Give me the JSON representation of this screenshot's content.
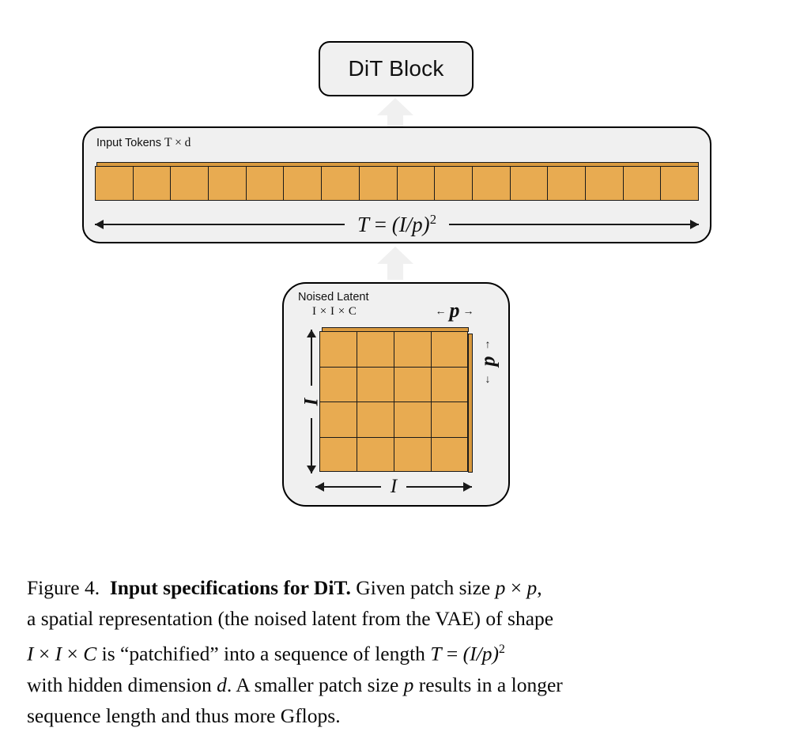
{
  "figure": {
    "dit_block": {
      "label": "DiT Block"
    },
    "arrows": {
      "to_dit_block": "up-arrow",
      "to_input_tokens": "up-arrow"
    },
    "input_tokens": {
      "title_prefix": "Input Tokens ",
      "title_dims": "T × d",
      "token_count": 16,
      "dimension_label": {
        "lhs": "T",
        "eq": " = ",
        "expr": "(I/p)",
        "exponent": "2"
      }
    },
    "noised_latent": {
      "title": "Noised Latent",
      "subtitle": "I × I × C",
      "grid_rows": 4,
      "grid_cols": 4,
      "height_label": "I",
      "width_label": "I",
      "patch_width_label": "p",
      "patch_height_label": "p",
      "arrow_left": "←",
      "arrow_right": "→",
      "arrow_up": "↑",
      "arrow_down": "↓"
    },
    "colors": {
      "patch_fill": "#e8ab51",
      "patch_fill_shadow": "#d99a3f",
      "panel_fill": "#f0f0f0",
      "stroke": "#1a1a1a",
      "arrow_fill": "#f0f0f0",
      "background": "#ffffff"
    }
  },
  "caption": {
    "figure_number": "Figure 4.",
    "bold_title": "Input specifications for DiT.",
    "lines": [
      "Figure 4.  Input specifications for DiT. Given patch size p × p,",
      "a spatial representation (the noised latent from the VAE) of shape",
      "I × I × C is “patchified” into a sequence of length T = (I/p)²",
      "with hidden dimension d. A smaller patch size p results in a longer",
      "sequence length and thus more Gflops."
    ],
    "line1_rest": " Given patch size ",
    "line1_p1": "p",
    "line1_times": " × ",
    "line1_p2": "p",
    "line1_end": ",",
    "line2": "a spatial representation (the noised latent from the VAE) of shape",
    "line3_a": "I",
    "line3_b": " × ",
    "line3_c": "I",
    "line3_d": " × ",
    "line3_e": "C",
    "line3_f": " is “patchified” into a sequence of length ",
    "line3_g": "T",
    "line3_h": " = ",
    "line3_i": "(I/p)",
    "line3_j": "2",
    "line4_a": "with hidden dimension ",
    "line4_b": "d",
    "line4_c": ". A smaller patch size ",
    "line4_d": "p",
    "line4_e": " results in a longer",
    "line5": "sequence length and thus more Gflops."
  }
}
